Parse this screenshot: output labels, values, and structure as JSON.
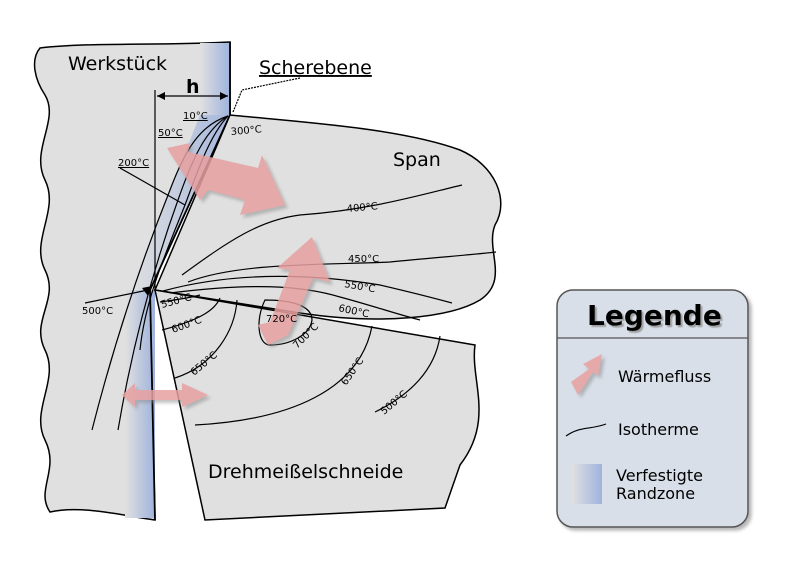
{
  "labels": {
    "workpiece": "Werkstück",
    "shear_plane": "Scherebene",
    "h": "h",
    "chip": "Span",
    "tool": "Drehmeißelschneide"
  },
  "temperatures": {
    "t10": "10°C",
    "t50": "50°C",
    "t200": "200°C",
    "t300": "300°C",
    "t400": "400°C",
    "t450": "450°C",
    "t550_chip": "550°C",
    "t600_chip": "600°C",
    "t500_left": "500°C",
    "t550_tool": "550°C",
    "t600_tool": "600°C",
    "t650_tool_a": "650°C",
    "t720": "720°C",
    "t700": "700°C",
    "t650_tool_b": "650°C",
    "t500_tool": "500°C"
  },
  "legend": {
    "title": "Legende",
    "heat_flow": "Wärmefluss",
    "isotherm": "Isotherme",
    "hardened_1": "Verfestigte",
    "hardened_2": "Randzone"
  },
  "colors": {
    "material": "#e0e0e0",
    "hardened_zone": "#9fb3dd",
    "heat_flow": "#e8a0a0",
    "legend_bg": "#d8dfe9"
  }
}
